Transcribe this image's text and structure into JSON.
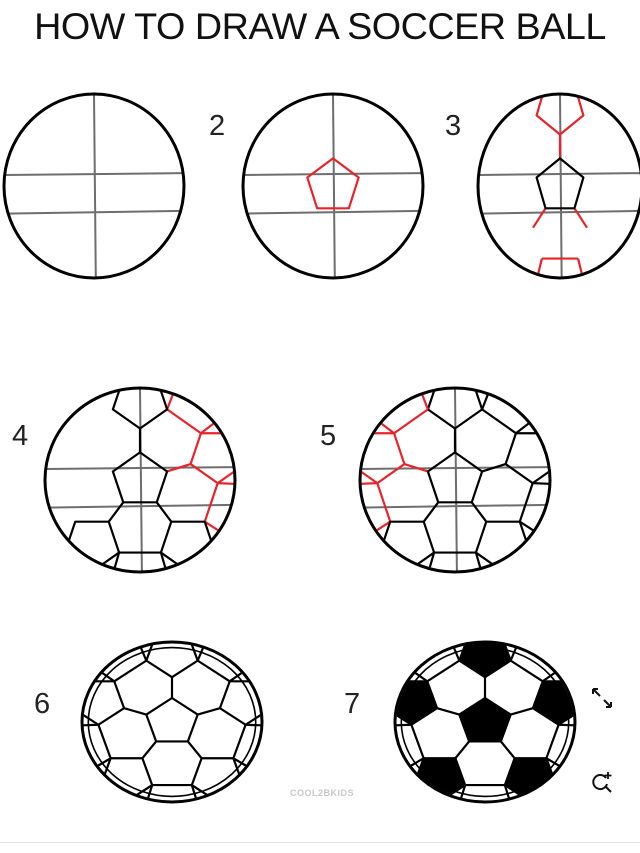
{
  "title": "HOW TO DRAW A SOCCER BALL",
  "steps": [
    {
      "number": "",
      "kind": "grid"
    },
    {
      "number": "2",
      "kind": "pentagon"
    },
    {
      "number": "3",
      "kind": "top-bottom"
    },
    {
      "number": "4",
      "kind": "right-side"
    },
    {
      "number": "5",
      "kind": "left-side"
    },
    {
      "number": "6",
      "kind": "outline"
    },
    {
      "number": "7",
      "kind": "filled"
    }
  ],
  "watermark": "COOL2BKIDS",
  "icons": {
    "expand": "expand-arrows-icon",
    "lens": "visual-search-icon"
  },
  "colors": {
    "line": "#000000",
    "guide": "#6e6e6e",
    "highlight": "#e8232a",
    "fill": "#000000"
  }
}
